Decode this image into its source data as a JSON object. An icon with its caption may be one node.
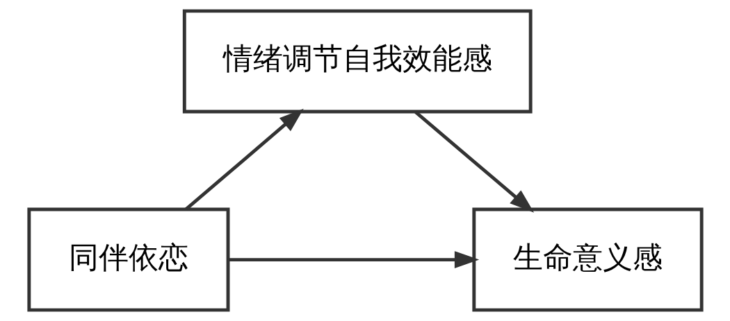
{
  "diagram": {
    "nodes": [
      {
        "text": [
          "同伴依恋"
        ]
      },
      {
        "text": [
          "情绪调节自我效能感"
        ]
      },
      {
        "text": [
          "生命意义感"
        ]
      }
    ],
    "edges": [
      {
        "from": 0,
        "to": 1,
        "arrow": "to"
      },
      {
        "from": 1,
        "to": 2,
        "arrow": "to"
      },
      {
        "from": 0,
        "to": 2,
        "arrow": "to"
      }
    ]
  }
}
